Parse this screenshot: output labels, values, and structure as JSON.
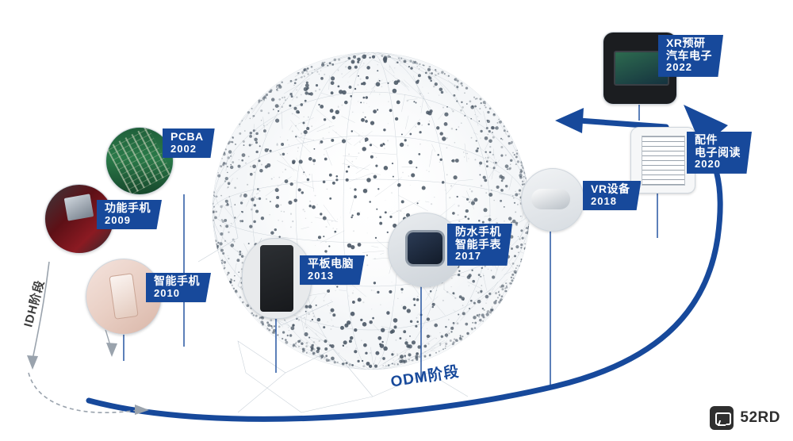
{
  "meta": {
    "title": "公司发展历程时间轴",
    "accent": "#17499b",
    "background": "#ffffff"
  },
  "stage_labels": {
    "odm": "ODM阶段",
    "idh": "IDH阶段"
  },
  "milestones": [
    {
      "id": "pcba",
      "line1": "PCBA",
      "line2": "",
      "year": "2002",
      "photo": "pcba-photo",
      "photo_name": "printed-circuit-board-photo"
    },
    {
      "id": "feature",
      "line1": "功能手机",
      "line2": "",
      "year": "2009",
      "photo": "feature-phone-photo",
      "photo_name": "feature-phone-photo"
    },
    {
      "id": "smart",
      "line1": "智能手机",
      "line2": "",
      "year": "2010",
      "photo": "smartphone-photo",
      "photo_name": "smartphone-photo"
    },
    {
      "id": "tablet",
      "line1": "平板电脑",
      "line2": "",
      "year": "2013",
      "photo": "tablet-photo",
      "photo_name": "tablet-photo"
    },
    {
      "id": "watch",
      "line1": "防水手机",
      "line2": "智能手表",
      "year": "2017",
      "photo": "smartwatch-photo",
      "photo_name": "smartwatch-photo"
    },
    {
      "id": "vr",
      "line1": "VR设备",
      "line2": "",
      "year": "2018",
      "photo": "vr-headset-photo",
      "photo_name": "vr-headset-photo"
    },
    {
      "id": "ereader",
      "line1": "配件",
      "line2": "电子阅读",
      "year": "2020",
      "photo": "e-reader-photo",
      "photo_name": "e-reader-photo"
    },
    {
      "id": "xr",
      "line1": "XR预研",
      "line2": "汽车电子",
      "year": "2022",
      "photo": "car-electronics-photo",
      "photo_name": "car-electronics-photo"
    }
  ],
  "watermark": {
    "text": "52RD",
    "icon": "wechat-logo-icon"
  }
}
